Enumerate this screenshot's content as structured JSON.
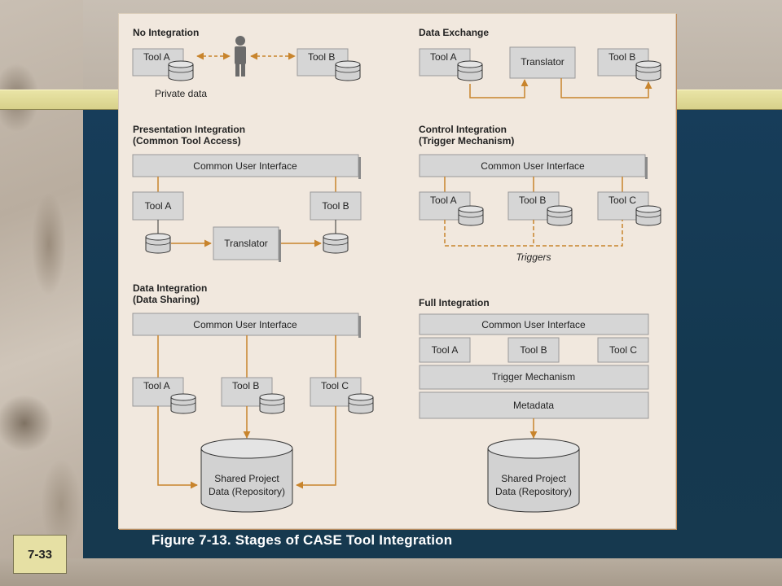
{
  "caption": "Figure 7-13. Stages of CASE Tool Integration",
  "slide_number": "7-33",
  "colors": {
    "box_fill": "#d6d6d6",
    "box_border": "#9a9a9a",
    "arrow": "#c8842c",
    "panel_bg": "#f1e8de",
    "navy_bg": "#173d5a",
    "gold_band": "#e6e0a4"
  },
  "panels": {
    "no_integration": {
      "title": "No Integration",
      "tool_a": "Tool A",
      "tool_b": "Tool B",
      "private_data": "Private data",
      "icons": [
        "user-icon"
      ]
    },
    "data_exchange": {
      "title": "Data Exchange",
      "tool_a": "Tool A",
      "translator": "Translator",
      "tool_b": "Tool B"
    },
    "presentation_integration": {
      "title_line1": "Presentation Integration",
      "title_line2": "(Common Tool Access)",
      "cui": "Common User Interface",
      "tool_a": "Tool A",
      "tool_b": "Tool B",
      "translator": "Translator"
    },
    "control_integration": {
      "title_line1": "Control Integration",
      "title_line2": "(Trigger Mechanism)",
      "cui": "Common User Interface",
      "tool_a": "Tool A",
      "tool_b": "Tool B",
      "tool_c": "Tool C",
      "triggers": "Triggers"
    },
    "data_integration": {
      "title_line1": "Data Integration",
      "title_line2": "(Data Sharing)",
      "cui": "Common User Interface",
      "tool_a": "Tool A",
      "tool_b": "Tool B",
      "tool_c": "Tool C",
      "repo_line1": "Shared Project",
      "repo_line2": "Data (Repository)"
    },
    "full_integration": {
      "title": "Full Integration",
      "cui": "Common User Interface",
      "tool_a": "Tool A",
      "tool_b": "Tool B",
      "tool_c": "Tool C",
      "trigger": "Trigger Mechanism",
      "metadata": "Metadata",
      "repo_line1": "Shared Project",
      "repo_line2": "Data (Repository)"
    }
  }
}
